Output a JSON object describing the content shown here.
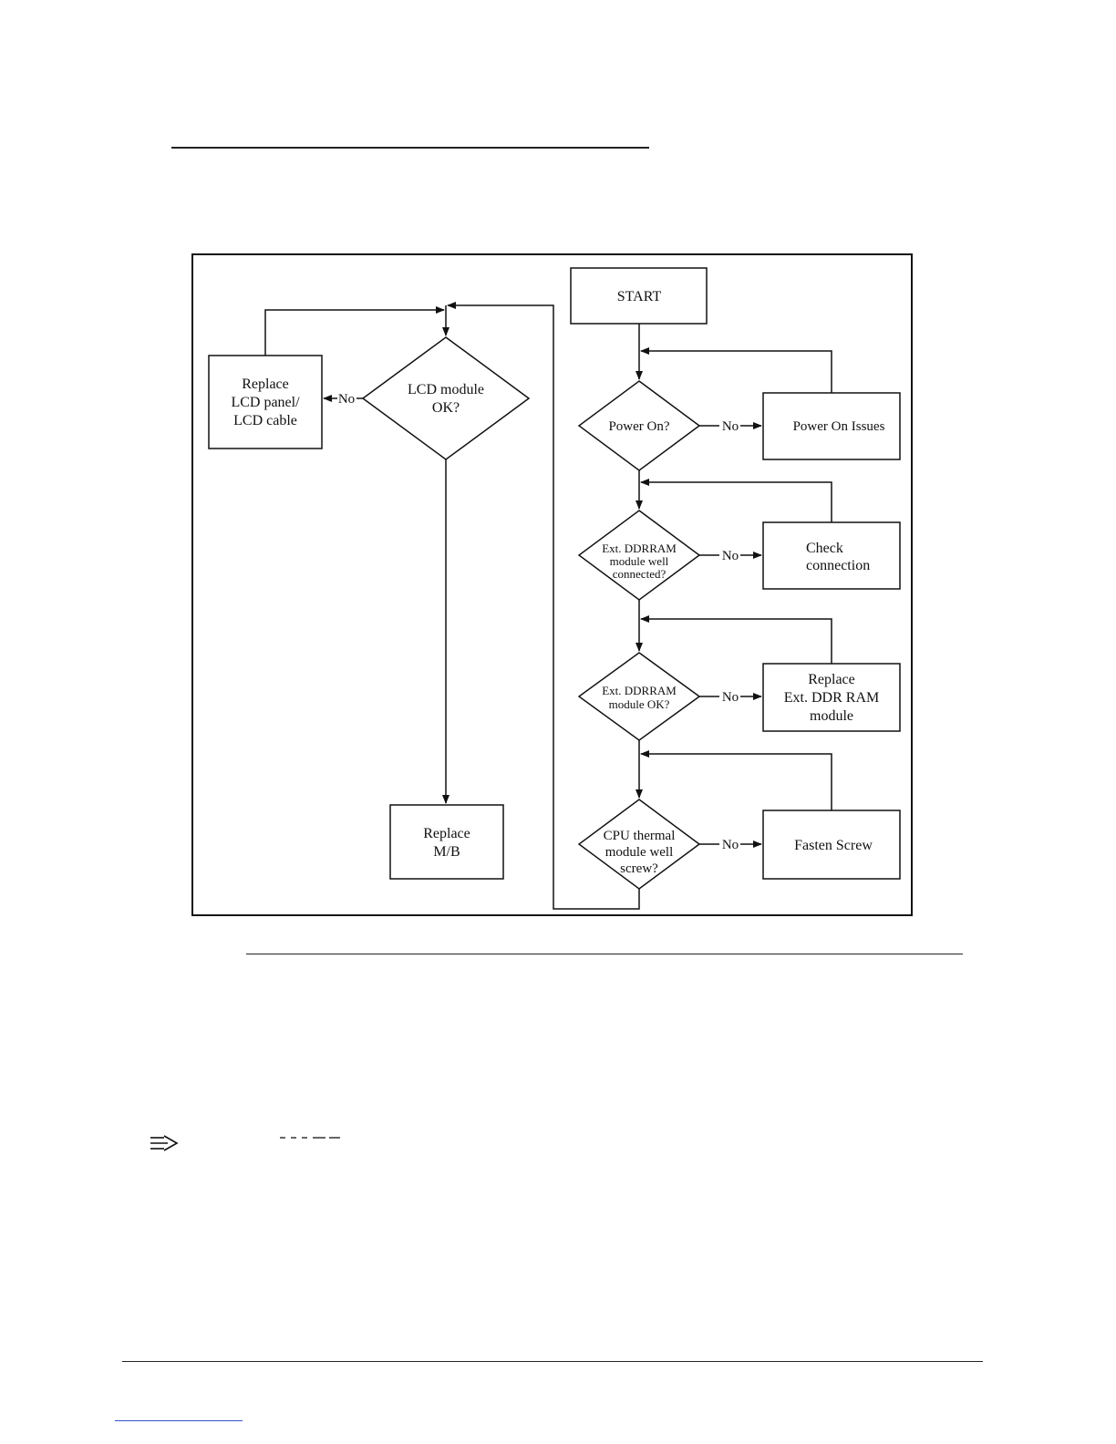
{
  "flowchart": {
    "start": "START",
    "power_on": "Power On?",
    "power_on_issues": "Power On Issues",
    "ddr_connected": [
      "Ext. DDRRAM",
      "module well",
      "connected?"
    ],
    "check_connection": [
      "Check",
      "connection"
    ],
    "ddr_ok": [
      "Ext. DDRRAM",
      "module OK?"
    ],
    "replace_ddr": [
      "Replace",
      "Ext. DDR RAM",
      "module"
    ],
    "cpu_thermal": [
      "CPU thermal",
      "module well",
      "screw?"
    ],
    "fasten_screw": "Fasten Screw",
    "lcd_ok": [
      "LCD module",
      "OK?"
    ],
    "replace_lcd": [
      "Replace",
      "LCD panel/",
      "LCD cable"
    ],
    "replace_mb": [
      "Replace",
      "M/B"
    ],
    "no_label": "No"
  },
  "icons": {
    "note": "note-arrow-icon"
  }
}
